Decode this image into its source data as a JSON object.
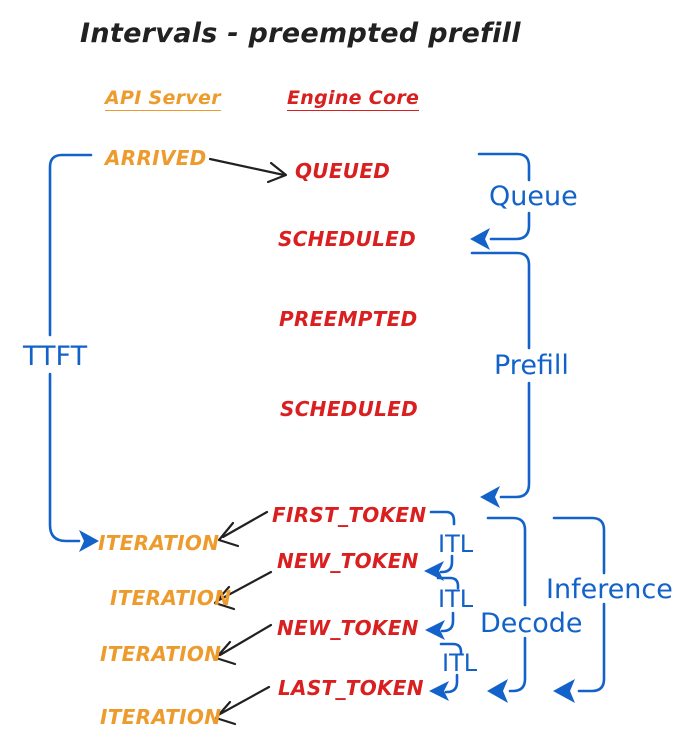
{
  "title": "Intervals - preempted prefill",
  "api_server": {
    "header": "API Server",
    "events": [
      "ARRIVED",
      "ITERATION",
      "ITERATION",
      "ITERATION",
      "ITERATION"
    ]
  },
  "engine_core": {
    "header": "Engine Core",
    "events": [
      "QUEUED",
      "SCHEDULED",
      "PREEMPTED",
      "SCHEDULED",
      "FIRST_TOKEN",
      "NEW_TOKEN",
      "NEW_TOKEN",
      "LAST_TOKEN"
    ]
  },
  "intervals": {
    "ttft": "TTFT",
    "queue": "Queue",
    "prefill": "Prefill",
    "itl": [
      "ITL",
      "ITL",
      "ITL"
    ],
    "decode": "Decode",
    "inference": "Inference"
  },
  "colors": {
    "api_server": "#EE9B2E",
    "engine_core": "#D91F1F",
    "interval": "#1262C9",
    "arrow": "#212121",
    "background": "#FFFFFF"
  }
}
